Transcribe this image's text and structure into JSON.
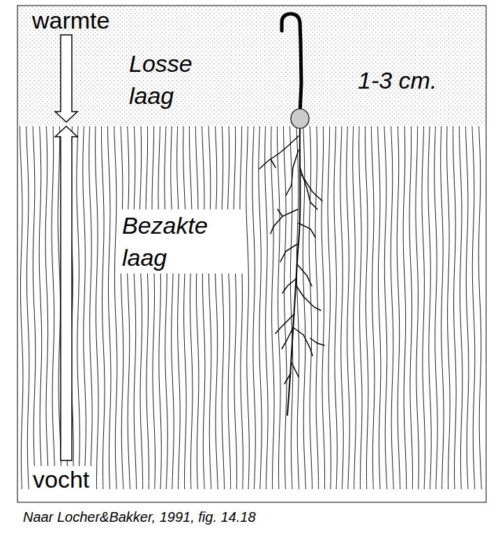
{
  "diagram": {
    "caption": "Naar Locher&Bakker, 1991, fig. 14.18",
    "nodes": [
      {
        "text": [
          "Losse laag"
        ]
      },
      {
        "text": [
          "Bezakte laag"
        ]
      }
    ],
    "labels": [
      "warmte",
      "1-3 cm.",
      "vocht"
    ]
  }
}
